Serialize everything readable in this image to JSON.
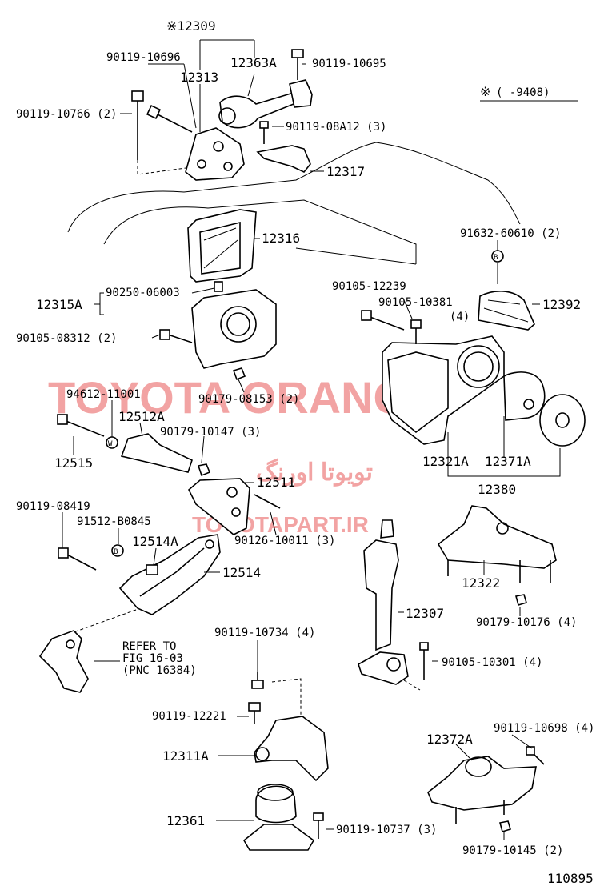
{
  "watermark": {
    "brand": "TOYOTA ORANG",
    "brand_farsi": "تویوتا اورنگ",
    "site": "TOYOTAPART.IR"
  },
  "note": {
    "symbol": "※",
    "range": "(      -9408)"
  },
  "figure_number": "110895",
  "reference": {
    "line1": "REFER TO",
    "line2": "FIG 16-03",
    "line3": "(PNC 16384)"
  },
  "labels": {
    "l12309": "※12309",
    "l90119_10696": "90119-10696",
    "l12363A": "12363A",
    "l90119_10695": "90119-10695",
    "l12313": "12313",
    "l90119_10766": "90119-10766 (2)",
    "l90119_08A12": "90119-08A12 (3)",
    "l12317": "12317",
    "l12316": "12316",
    "l91632_60610": "91632-60610 (2)",
    "l90250_06003": "90250-06003",
    "l12315A": "12315A",
    "l90105_12239": "90105-12239",
    "l90105_10381": "90105-10381",
    "l90105_10381_qty": "(4)",
    "l12392": "12392",
    "l90105_08312": "90105-08312 (2)",
    "l94612_11001": "94612-11001",
    "l90179_08153": "90179-08153 (2)",
    "l12512A": "12512A",
    "l90179_10147": "90179-10147 (3)",
    "l12321A": "12321A",
    "l12371A": "12371A",
    "l12515": "12515",
    "l12380": "12380",
    "l12511": "12511",
    "l90119_08419": "90119-08419",
    "l91512_B0845": "91512-B0845",
    "l90126_10011": "90126-10011 (3)",
    "l12514A": "12514A",
    "l12514": "12514",
    "l12322": "12322",
    "l12307": "12307",
    "l90179_10176": "90179-10176 (4)",
    "l90119_10734": "90119-10734 (4)",
    "l90105_10301": "90105-10301 (4)",
    "l90119_12221": "90119-12221",
    "l12311A": "12311A",
    "l12372A": "12372A",
    "l90119_10698": "90119-10698 (4)",
    "l12361": "12361",
    "l90119_10737": "90119-10737 (3)",
    "l90179_10145": "90179-10145 (2)"
  }
}
